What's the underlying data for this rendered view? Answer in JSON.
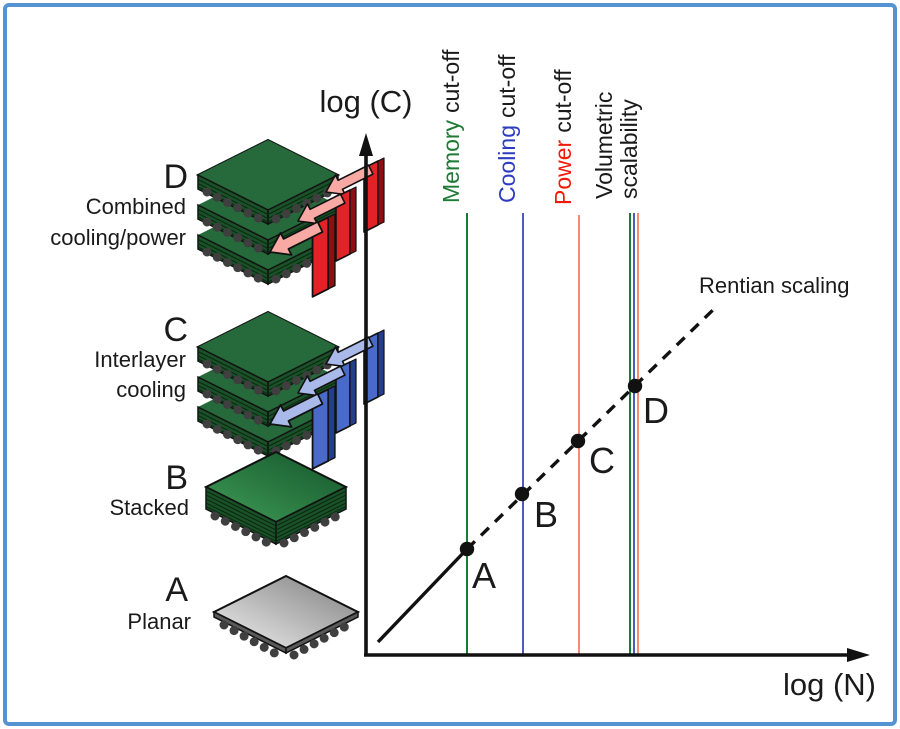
{
  "figure": {
    "border_color": "#5593d2",
    "background": "#ffffff"
  },
  "axes": {
    "y_label": "log (C)",
    "x_label": "log (N)"
  },
  "rentian": {
    "label": "Rentian scaling"
  },
  "cutoffs": [
    {
      "word": "Memory",
      "suffix": "cut-off",
      "text_color": "#1e7a34",
      "line_color": "#1d7a35"
    },
    {
      "word": "Cooling",
      "suffix": "cut-off",
      "text_color": "#2e3cc0",
      "line_color": "#4d5ac0"
    },
    {
      "word": "Power",
      "suffix": "cut-off",
      "text_color": "#f01808",
      "line_color": "#f58b77"
    },
    {
      "line1": "Volumetric",
      "line2": "scalability",
      "text_color": "#1a1a1a",
      "line_colors": [
        "#1d7a35",
        "#4d5ac0",
        "#f58b77"
      ]
    }
  ],
  "points": {
    "labels": [
      "A",
      "B",
      "C",
      "D"
    ]
  },
  "stacks": [
    {
      "letter": "D",
      "caption_line1": "Combined",
      "caption_line2": "cooling/power"
    },
    {
      "letter": "C",
      "caption_line1": "Interlayer",
      "caption_line2": "cooling"
    },
    {
      "letter": "B",
      "caption_line1": "Stacked"
    },
    {
      "letter": "A",
      "caption_line1": "Planar"
    }
  ],
  "chip_colors": {
    "chip_green_light": "#3f9c57",
    "chip_green_dark": "#14542a",
    "chip_gray_light": "#f0f0f0",
    "chip_gray_dark": "#7e7e7e",
    "power_arrow": "#e32227",
    "power_arrow_light": "#f8a9a4",
    "cooling_arrow": "#4a6ac9",
    "cooling_arrow_light": "#a9b9ea"
  },
  "chart_data": {
    "type": "line",
    "title": "",
    "xlabel": "log (N)",
    "ylabel": "log (C)",
    "axes_numeric": false,
    "series": [
      {
        "name": "Rentian scaling",
        "style": "solid below point A, dashed above point A",
        "slope": "positive, ~1 in log-log",
        "points_labeled": [
          "A",
          "B",
          "C",
          "D"
        ]
      }
    ],
    "vertical_lines": [
      {
        "label": "Memory cut-off",
        "through_point": "A",
        "color": "green"
      },
      {
        "label": "Cooling cut-off",
        "through_point": "B",
        "color": "blue"
      },
      {
        "label": "Power cut-off",
        "through_point": "C",
        "color": "salmon-red"
      },
      {
        "label": "Volumetric scalability",
        "through_point": "D",
        "color": "triple line: green + blue + red"
      }
    ],
    "legend_position": "labels rotated 90° above each vertical line",
    "grid": false
  }
}
